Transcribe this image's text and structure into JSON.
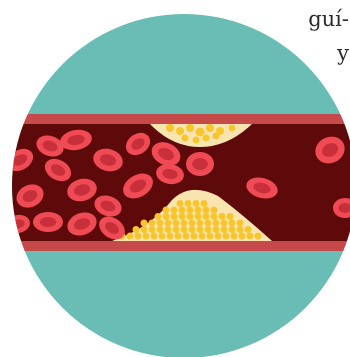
{
  "text_fragment": {
    "lines": [
      "guí-",
      "y"
    ]
  },
  "illustration": {
    "subject": "blood-vessel-with-plaque",
    "colors": {
      "circle_fill": "#69BDB4",
      "vessel_lumen": "#5E0A0A",
      "vessel_wall": "#C64A4A",
      "vessel_wall_outer": "#D35B58",
      "red_cell": "#F04A55",
      "red_cell_center": "#C7303A",
      "plaque_base": "#F7E4AE",
      "plaque_globule": "#F7C52E"
    }
  }
}
